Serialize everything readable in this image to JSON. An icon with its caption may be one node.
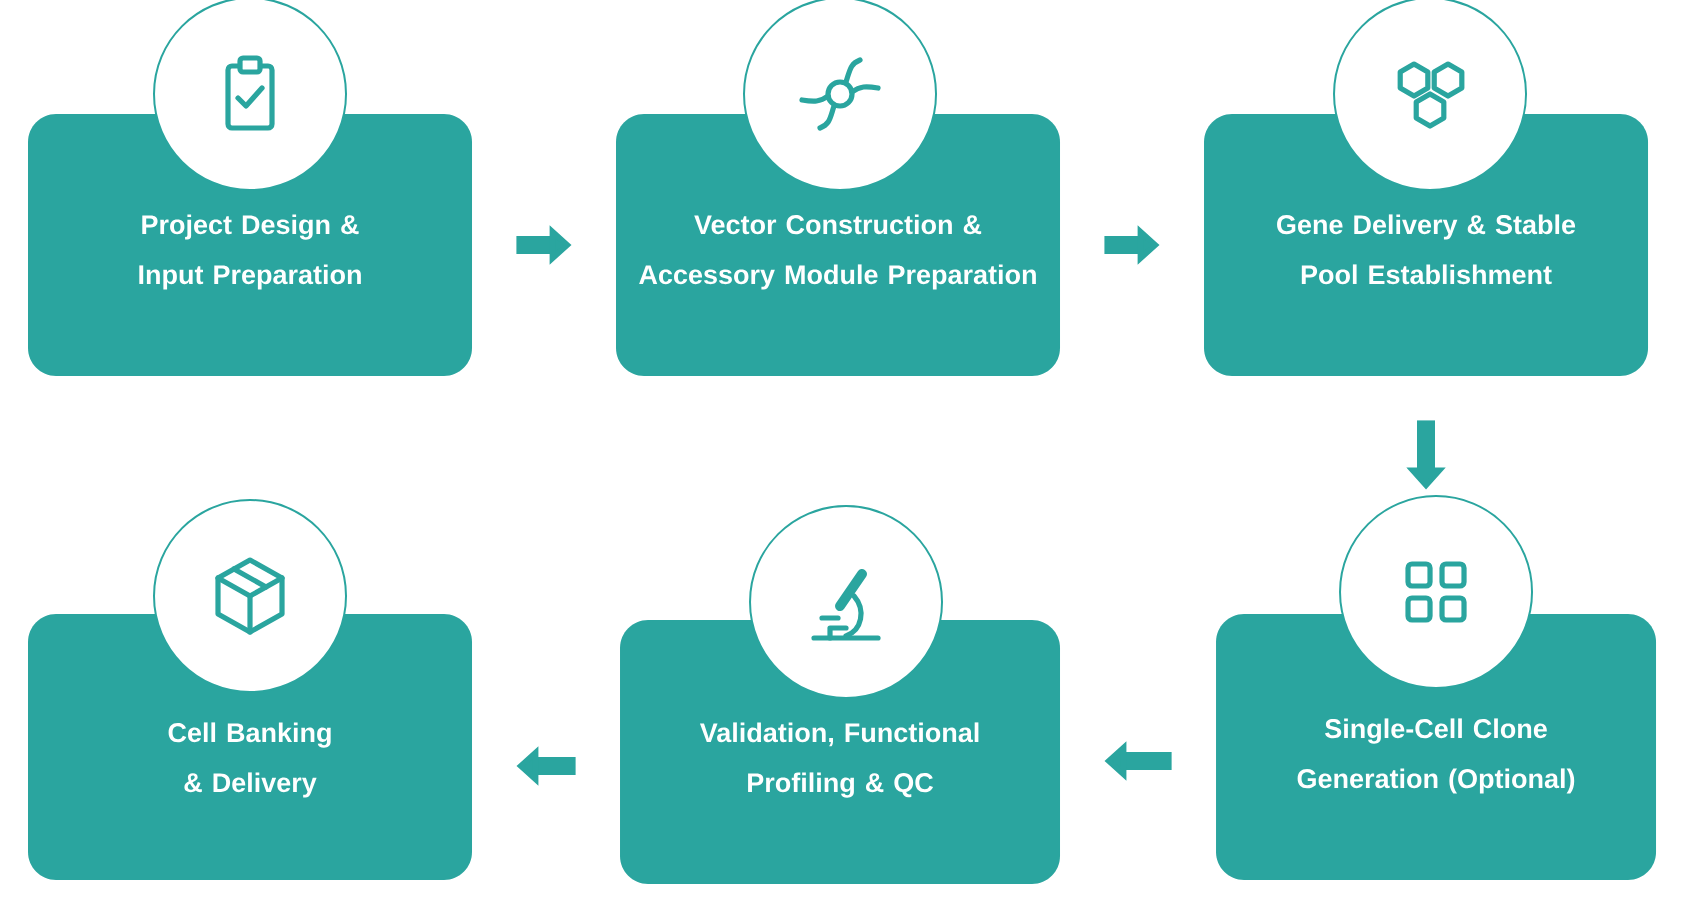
{
  "diagram": {
    "nodes": [
      {
        "text": [
          "Project Design & Input Preparation"
        ]
      },
      {
        "text": [
          "Vector Construction & Accessory Module Preparation"
        ]
      },
      {
        "text": [
          "Gene Delivery & Stable Pool Establishment"
        ]
      },
      {
        "text": [
          "Single-Cell Clone Generation (Optional)"
        ]
      },
      {
        "text": [
          "Validation, Functional Profiling & QC"
        ]
      },
      {
        "text": [
          "Cell Banking & Delivery"
        ]
      }
    ],
    "edges": [
      {
        "from": 0,
        "to": 1,
        "arrow": "to"
      },
      {
        "from": 1,
        "to": 2,
        "arrow": "to"
      },
      {
        "from": 2,
        "to": 3,
        "arrow": "to"
      },
      {
        "from": 3,
        "to": 4,
        "arrow": "to"
      },
      {
        "from": 4,
        "to": 5,
        "arrow": "to"
      }
    ]
  }
}
